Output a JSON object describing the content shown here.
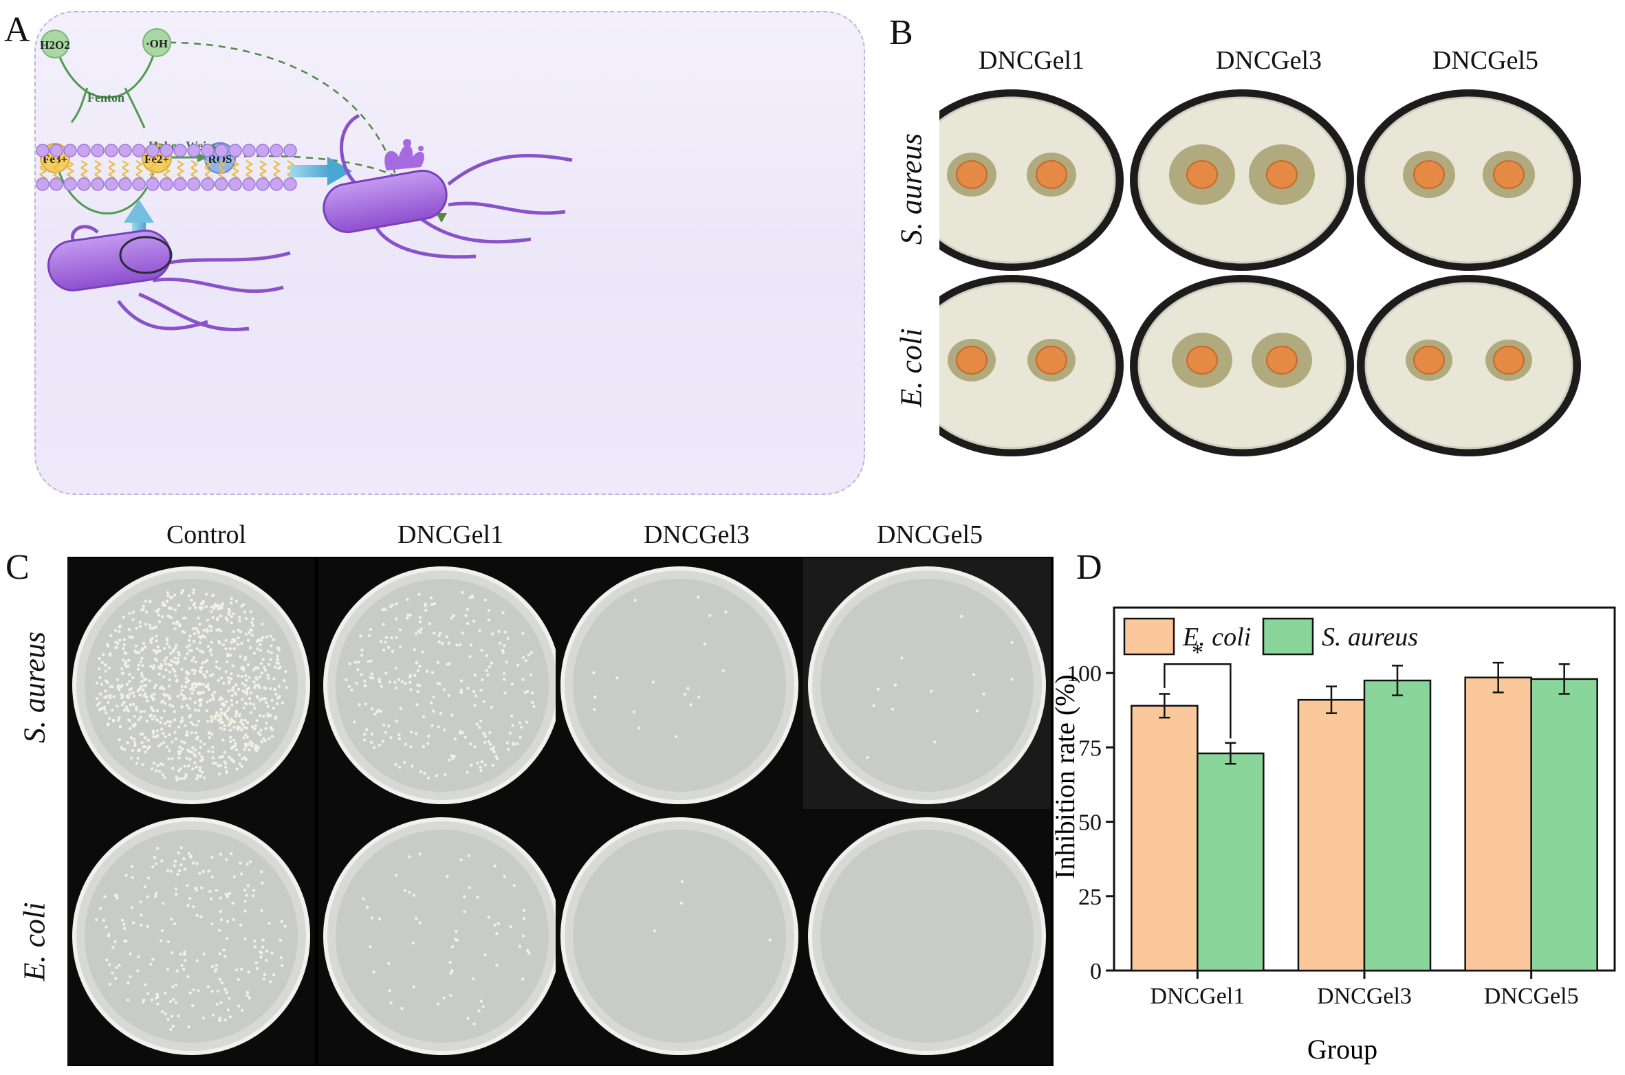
{
  "panel_labels": {
    "a": "A",
    "b": "B",
    "c": "C",
    "d": "D"
  },
  "panel_a": {
    "h2o2": "H2O2",
    "oh": "·OH",
    "fenton": "Fenton",
    "fe_left": "Fe3+",
    "fe_right": "Fe2+",
    "haber_weiss": "Haber-Weiss",
    "ros": "ROS"
  },
  "panel_b": {
    "columns": [
      "DNCGel1",
      "DNCGel3",
      "DNCGel5"
    ],
    "rows": [
      "S. aureus",
      "E. coli"
    ]
  },
  "panel_c": {
    "columns": [
      "Control",
      "DNCGel1",
      "DNCGel3",
      "DNCGel5"
    ],
    "rows": [
      "S. aureus",
      "E. coli"
    ]
  },
  "colors": {
    "e_coli": "#fbc89c",
    "s_aureus": "#89d59a",
    "membrane": "#b99be8",
    "bacterium": "#9b5fd6"
  },
  "chart_data": {
    "type": "bar",
    "categories": [
      "DNCGel1",
      "DNCGel3",
      "DNCGel5"
    ],
    "series": [
      {
        "name": "E. coli",
        "values": [
          89,
          91,
          98.5
        ],
        "errors": [
          4,
          4.5,
          5
        ]
      },
      {
        "name": "S. aureus",
        "values": [
          73,
          97.5,
          98
        ],
        "errors": [
          3.5,
          5,
          5
        ]
      }
    ],
    "xlabel": "Group",
    "ylabel": "Inhibition rate (%)",
    "yticks": [
      0,
      25,
      50,
      75,
      100
    ],
    "ylim": [
      0,
      122
    ],
    "significance": {
      "between": "DNCGel1",
      "label": "*"
    },
    "legend_position": "top"
  }
}
